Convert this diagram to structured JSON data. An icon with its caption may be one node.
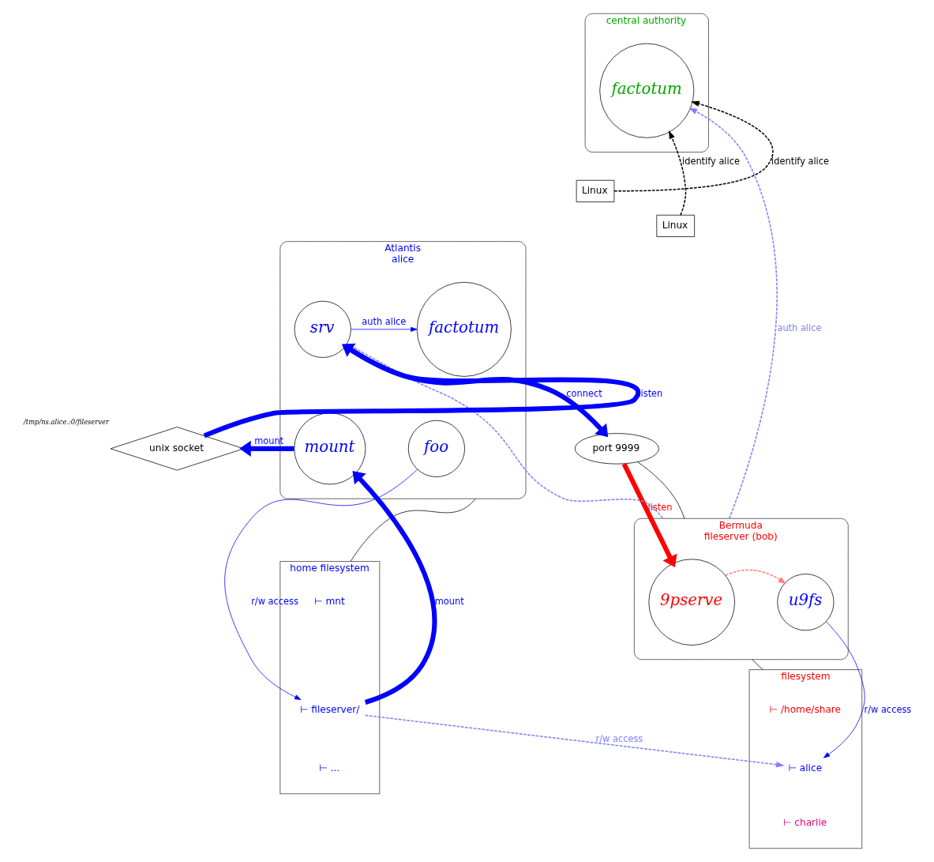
{
  "diagram": {
    "nodes": [
      {
        "text": [
          "central authority"
        ]
      },
      {
        "text": [
          "factotum"
        ],
        "in": 0
      },
      {
        "text": [
          "Linux"
        ]
      },
      {
        "text": [
          "Bermuda",
          "fileserver (bob)"
        ]
      },
      {
        "text": [
          "9pserve"
        ],
        "in": 3
      },
      {
        "text": [
          "u9fs"
        ],
        "in": 3
      },
      {
        "text": [
          "port 9999"
        ]
      },
      {
        "text": [
          "Linux"
        ]
      },
      {
        "text": [
          "Atlantis",
          "alice"
        ]
      },
      {
        "text": [
          "factotum"
        ],
        "in": 8
      },
      {
        "text": [
          "srv"
        ],
        "in": 8
      },
      {
        "text": [
          "foo"
        ],
        "in": 8
      },
      {
        "text": [
          "mount"
        ],
        "in": 8
      },
      {
        "text": [
          "unix socket"
        ],
        "beside": [
          "/tmp/ns.alice.:0/fileserver"
        ]
      },
      {
        "text": [
          "home filesystem"
        ]
      },
      {
        "text": [
          "⊢ mnt"
        ],
        "in": 14
      },
      {
        "text": [
          "⊢ fileserver/"
        ],
        "in": 14
      },
      {
        "text": [
          "⊢ ..."
        ],
        "in": 14
      },
      {
        "text": [
          "filesystem"
        ]
      },
      {
        "text": [
          "⊢ /home/share"
        ],
        "in": 18
      },
      {
        "text": [
          "⊢ alice"
        ],
        "in": 18
      },
      {
        "text": [
          "⊢ charlie"
        ],
        "in": 18
      }
    ],
    "edges": [
      {
        "from": 2,
        "to": 1,
        "arrow": "to",
        "label": "identify alice",
        "style": "dashed",
        "color": "#000000"
      },
      {
        "from": 7,
        "to": 1,
        "arrow": "to",
        "label": "identify alice",
        "style": "dashed",
        "color": "#000000"
      },
      {
        "from": 10,
        "to": 3,
        "arrow": "none",
        "style": "dashed",
        "color": "#8080ff"
      },
      {
        "from": 3,
        "to": 1,
        "arrow": "to",
        "label": "auth alice",
        "style": "dashed",
        "color": "#8080ff"
      },
      {
        "from": 10,
        "to": 9,
        "arrow": "to",
        "label": "auth alice"
      },
      {
        "from": 10,
        "to": 6,
        "arrow": "to",
        "label": "connect",
        "style": "thick"
      },
      {
        "from": 6,
        "to": 4,
        "arrow": "to",
        "label": "listen",
        "style": "thick",
        "color": "#ff0000"
      },
      {
        "from": 6,
        "to": 3,
        "arrow": "none",
        "color": "#000000"
      },
      {
        "from": 4,
        "to": 5,
        "arrow": "to",
        "style": "dashed",
        "color": "#ff8080"
      },
      {
        "from": 3,
        "to": 18,
        "arrow": "none",
        "color": "#000000"
      },
      {
        "from": 5,
        "to": 20,
        "arrow": "to",
        "label": "r/w access"
      },
      {
        "from": 13,
        "to": 10,
        "arrow": "to",
        "label": "listen",
        "style": "thick"
      },
      {
        "from": 12,
        "to": 13,
        "arrow": "to",
        "label": "mount",
        "style": "thick"
      },
      {
        "from": 16,
        "to": 12,
        "arrow": "to",
        "label": "mount",
        "style": "thick"
      },
      {
        "from": 8,
        "to": 14,
        "arrow": "none",
        "color": "#000000"
      },
      {
        "from": 11,
        "to": 16,
        "arrow": "to",
        "label": "r/w access"
      },
      {
        "from": 16,
        "to": 20,
        "arrow": "to",
        "label": "r/w access",
        "style": "dashed",
        "color": "#8080ff"
      }
    ]
  }
}
